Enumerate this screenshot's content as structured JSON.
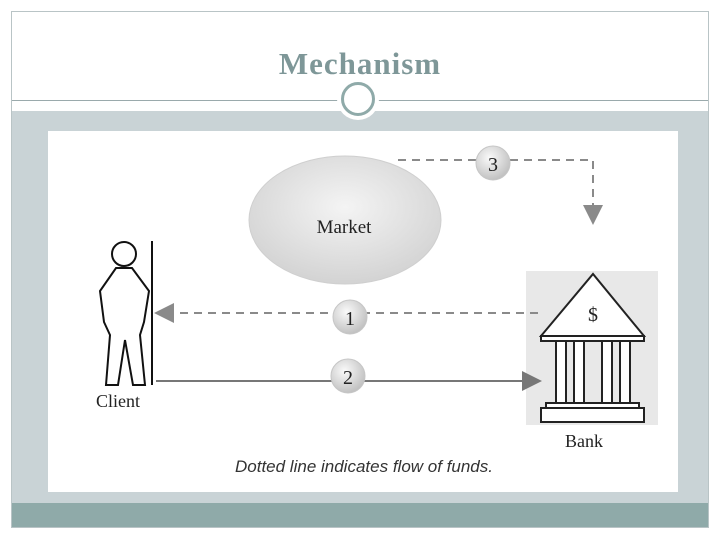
{
  "slide": {
    "title": "Mechanism"
  },
  "diagram": {
    "nodes": {
      "market": "Market",
      "client": "Client",
      "bank": "Bank",
      "bank_symbol": "$"
    },
    "steps": [
      "1",
      "2",
      "3"
    ],
    "caption": "Dotted line indicates flow of funds."
  },
  "colors": {
    "title": "#7e9798",
    "accent_bar": "#8faaa9",
    "content_background": "#c9d3d6"
  }
}
